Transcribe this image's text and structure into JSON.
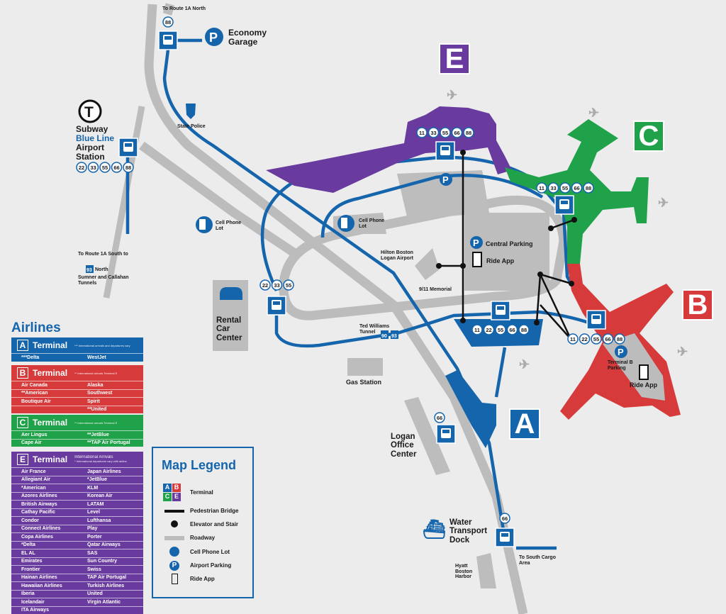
{
  "colors": {
    "terminal_a": "#1565ad",
    "terminal_b": "#d63a3a",
    "terminal_c": "#1fa24a",
    "terminal_e": "#6a3b9e",
    "roadway": "#bcbcbc",
    "route": "#1565ad",
    "background": "#ececec"
  },
  "map": {
    "to_route_1a_north": "To Route 1A North",
    "economy_garage": "Economy Garage",
    "subway_t": "T",
    "subway": "Subway",
    "blue_line": "Blue Line",
    "airport_station": "Airport Station",
    "state_police": "State Police",
    "cell_phone_lot": "Cell Phone Lot",
    "cell_phone_lot_2": "Cell Phone Lot",
    "to_route_1a_south": "To Route 1A South to",
    "north": "North",
    "i93": "93",
    "sumner": "Sumner and Callahan Tunnels",
    "rental_car_center": "Rental Car Center",
    "hilton": "Hilton Boston Logan Airport",
    "memorial": "9/11 Memorial",
    "central_parking": "Central Parking",
    "ride_app": "Ride App",
    "ted_williams": "Ted Williams Tunnel",
    "i90": "90",
    "i93b": "93",
    "gas_station": "Gas Station",
    "logan_office": "Logan Office Center",
    "water_transport": "Water Transport Dock",
    "to_south_cargo": "To South Cargo Area",
    "hyatt": "Hyatt Boston Harbor",
    "terminal_b_parking": "Terminal B Parking",
    "ride_app_b": "Ride App",
    "terminal_letters": {
      "a": "A",
      "b": "B",
      "c": "C",
      "e": "E"
    },
    "bus_stops": [
      {
        "name": "economy-garage",
        "routes": [
          "88"
        ]
      },
      {
        "name": "airport-station",
        "routes": [
          "22",
          "33",
          "55",
          "66",
          "88"
        ]
      },
      {
        "name": "terminal-e",
        "routes": [
          "11",
          "33",
          "55",
          "66",
          "88"
        ]
      },
      {
        "name": "rental-car-center",
        "routes": [
          "22",
          "33",
          "55"
        ]
      },
      {
        "name": "terminal-c",
        "routes": [
          "11",
          "33",
          "55",
          "66",
          "88"
        ]
      },
      {
        "name": "terminal-a",
        "routes": [
          "11",
          "22",
          "55",
          "66",
          "88"
        ]
      },
      {
        "name": "terminal-b",
        "routes": [
          "11",
          "22",
          "55",
          "66",
          "88"
        ]
      },
      {
        "name": "logan-office-center",
        "routes": [
          "66"
        ]
      },
      {
        "name": "water-transport-dock",
        "routes": [
          "66"
        ]
      }
    ]
  },
  "airlines": {
    "title": "Airlines",
    "terminal_label": "Terminal",
    "a": {
      "letter": "A",
      "note": "*** International arrivals and departures vary",
      "rows": [
        [
          "***Delta",
          "WestJet"
        ]
      ]
    },
    "b": {
      "letter": "B",
      "note": "** International arrivals Terminal E",
      "rows": [
        [
          "Air Canada",
          "Alaska"
        ],
        [
          "**American",
          "Southwest"
        ],
        [
          "Boutique Air",
          "Spirit"
        ],
        [
          "",
          "**United"
        ]
      ]
    },
    "c": {
      "letter": "C",
      "note": "** International arrivals Terminal E",
      "rows": [
        [
          "Aer Lingus",
          "**JetBlue"
        ],
        [
          "Cape Air",
          "**TAP Air Portugal"
        ]
      ]
    },
    "e": {
      "letter": "E",
      "note": "International Arrivals",
      "note2": "* International departures vary with airline",
      "rows": [
        [
          "Air France",
          "Japan Airlines"
        ],
        [
          "Allegiant Air",
          "*JetBlue"
        ],
        [
          "*American",
          "KLM"
        ],
        [
          "Azores Airlines",
          "Korean Air"
        ],
        [
          "British Airways",
          "LATAM"
        ],
        [
          "Cathay Pacific",
          "Level"
        ],
        [
          "Condor",
          "Lufthansa"
        ],
        [
          "Connect Airlines",
          "Play"
        ],
        [
          "Copa Airlines",
          "Porter"
        ],
        [
          "*Delta",
          "Qatar Airways"
        ],
        [
          "EL AL",
          "SAS"
        ],
        [
          "Emirates",
          "Sun Country"
        ],
        [
          "Frontier",
          "Swiss"
        ],
        [
          "Hainan Airlines",
          "TAP Air Portugal"
        ],
        [
          "Hawaiian Airlines",
          "Turkish Airlines"
        ],
        [
          "Iberia",
          "United"
        ],
        [
          "Icelandair",
          "Virgin Atlantic"
        ],
        [
          "ITA Airways",
          ""
        ]
      ]
    }
  },
  "legend": {
    "title": "Map Legend",
    "terminal": "Terminal",
    "pedestrian_bridge": "Pedestrian  Bridge",
    "elevator": "Elevator and Stair",
    "roadway": "Roadway",
    "cell_phone_lot": "Cell Phone Lot",
    "airport_parking": "Airport Parking",
    "ride_app": "Ride App",
    "letters": [
      "A",
      "B",
      "C",
      "E"
    ]
  }
}
